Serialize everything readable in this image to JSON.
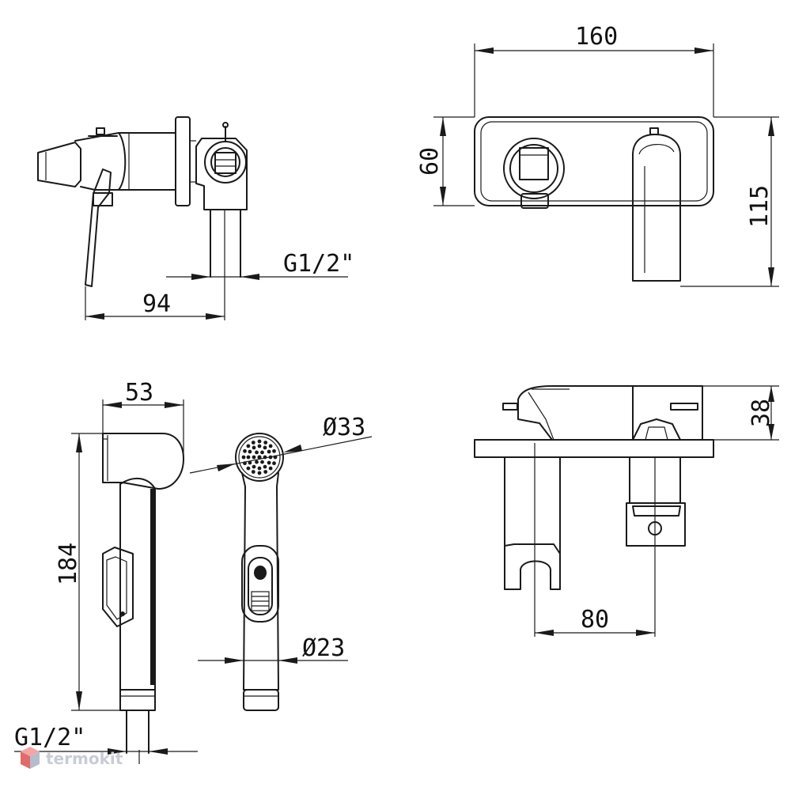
{
  "dimensions": {
    "width_160": "160",
    "height_60": "60",
    "height_115": "115",
    "depth_94": "94",
    "thread_top": "G1/2\"",
    "length_53": "53",
    "length_184": "184",
    "diam_33": "Ø33",
    "diam_23": "Ø23",
    "height_38": "38",
    "spacing_80": "80",
    "thread_bottom": "G1/2\""
  },
  "watermark": {
    "text": "termokit",
    "logo_icon": "cube-logo-icon",
    "colors": {
      "top": "#f5a3a3",
      "left": "#e06b6b",
      "right": "#b7bccb"
    }
  },
  "colors": {
    "line": "#1a1a1a",
    "background": "#ffffff"
  }
}
